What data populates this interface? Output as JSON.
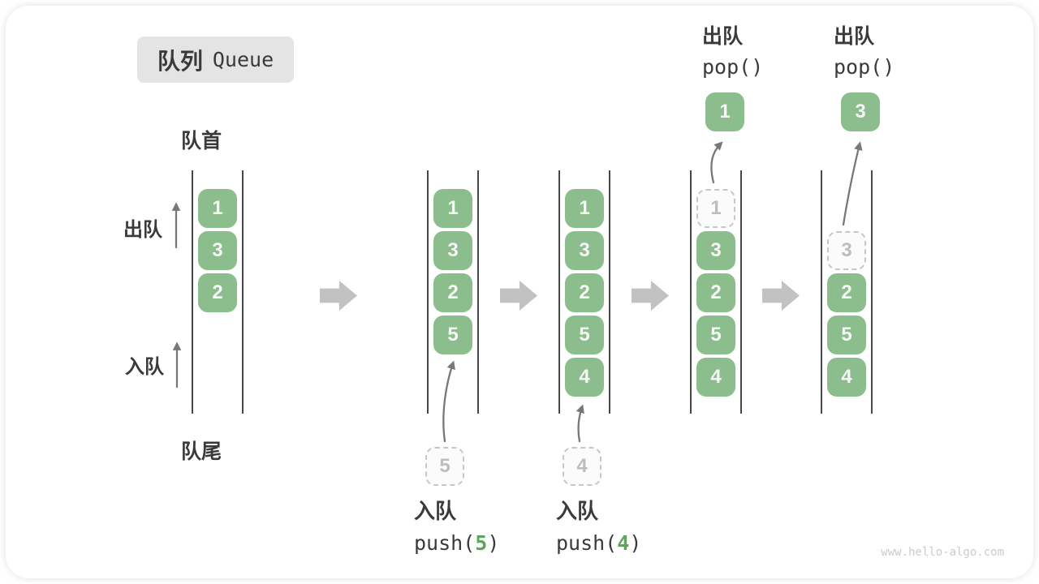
{
  "title": {
    "zh": "队列",
    "en": "Queue"
  },
  "side_labels": {
    "front": "队首",
    "rear": "队尾",
    "dequeue": "出队",
    "enqueue": "入队"
  },
  "watermark": "www.hello-algo.com",
  "colors": {
    "box_green": "#8cbd8c",
    "box_text": "#f7f7f7",
    "accent_green": "#5ca65c",
    "dashed_border": "#c7c7c7",
    "dashed_text": "#bdbdbd",
    "step_arrow": "#c2c2c2",
    "thin_arrow": "#787878",
    "wall_line": "#4a4a4a",
    "label_text": "#3a3a3a",
    "badge_bg": "#e4e4e4",
    "watermark_text": "#cccccc"
  },
  "diagram": {
    "type": "queue-operation-sequence",
    "states": [
      {
        "slots": [
          {
            "value": "1",
            "style": "solid"
          },
          {
            "value": "3",
            "style": "solid"
          },
          {
            "value": "2",
            "style": "solid"
          }
        ]
      },
      {
        "slots": [
          {
            "value": "1",
            "style": "solid"
          },
          {
            "value": "3",
            "style": "solid"
          },
          {
            "value": "2",
            "style": "solid"
          },
          {
            "value": "5",
            "style": "solid"
          }
        ],
        "incoming": {
          "value": "5",
          "label": "入队",
          "code_before": "push(",
          "code_arg": "5",
          "code_after": ")"
        }
      },
      {
        "slots": [
          {
            "value": "1",
            "style": "solid"
          },
          {
            "value": "3",
            "style": "solid"
          },
          {
            "value": "2",
            "style": "solid"
          },
          {
            "value": "5",
            "style": "solid"
          },
          {
            "value": "4",
            "style": "solid"
          }
        ],
        "incoming": {
          "value": "4",
          "label": "入队",
          "code_before": "push(",
          "code_arg": "4",
          "code_after": ")"
        }
      },
      {
        "slots": [
          {
            "value": "1",
            "style": "dashed"
          },
          {
            "value": "3",
            "style": "solid"
          },
          {
            "value": "2",
            "style": "solid"
          },
          {
            "value": "5",
            "style": "solid"
          },
          {
            "value": "4",
            "style": "solid"
          }
        ],
        "popped": {
          "value": "1",
          "label": "出队",
          "code": "pop()"
        }
      },
      {
        "slots": [
          {
            "style": "empty"
          },
          {
            "value": "3",
            "style": "dashed"
          },
          {
            "value": "2",
            "style": "solid"
          },
          {
            "value": "5",
            "style": "solid"
          },
          {
            "value": "4",
            "style": "solid"
          }
        ],
        "popped": {
          "value": "3",
          "label": "出队",
          "code": "pop()"
        }
      }
    ]
  }
}
